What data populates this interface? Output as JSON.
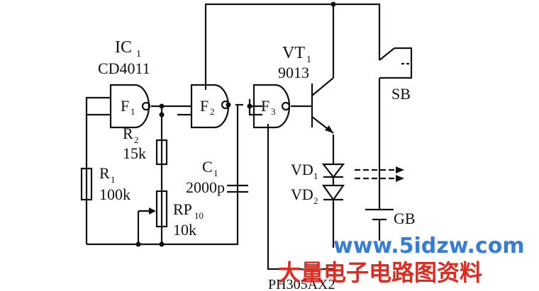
{
  "labels": {
    "ic_name": "IC",
    "ic_sub": "1",
    "ic_part": "CD4011",
    "gate1": "F",
    "gate1_sub": "1",
    "gate2": "F",
    "gate2_sub": "2",
    "gate3": "F",
    "gate3_sub": "3",
    "transistor": "VT",
    "transistor_sub": "1",
    "transistor_part": "9013",
    "switch": "SB",
    "r2": "R",
    "r2_sub": "2",
    "r2_value": "15k",
    "r1": "R",
    "r1_sub": "1",
    "r1_value": "100k",
    "c1": "C",
    "c1_sub": "1",
    "c1_value": "2000p",
    "rp": "RP",
    "rp_sub": "10",
    "rp_value": "10k",
    "vd1": "VD",
    "vd1_sub": "1",
    "vd2": "VD",
    "vd2_sub": "2",
    "battery": "GB",
    "buzzer": "PH305AX2"
  },
  "watermark": {
    "site": "www.5idzw.com",
    "cn": "大量电子电路图资料"
  },
  "colors": {
    "line": "#111111",
    "watermark_blue": "#1f6fd6",
    "watermark_red": "#e02a20"
  }
}
